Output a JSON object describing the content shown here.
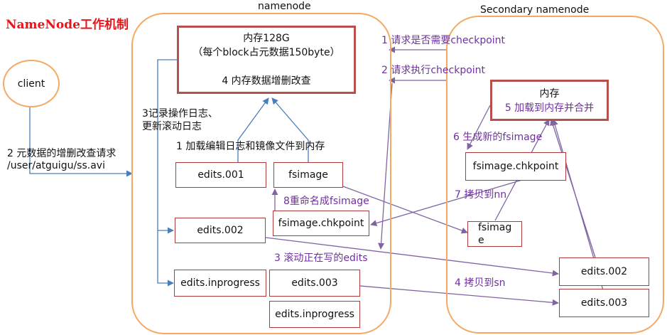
{
  "title": "NameNode工作机制",
  "namenode": {
    "header": "namenode",
    "memory_box": {
      "line1": "内存128G",
      "line2": "（每个block占元数据150byte）",
      "line3": "4 内存数据增删改查"
    },
    "files": {
      "edits_001": "edits.001",
      "fsimage": "fsimage",
      "edits_002": "edits.002",
      "fsimage_chkpoint": "fsimage.chkpoint",
      "edits_inprogress_left": "edits.inprogress",
      "edits_003": "edits.003",
      "edits_inprogress_bottom": "edits.inprogress"
    },
    "labels": {
      "record_log_line1": "3记录操作日志、",
      "record_log_line2": "更新滚动日志",
      "load_edits": "1 加载编辑日志和镜像文件到内存",
      "rename": "8重命名成fsimage",
      "roll_edits": "3 滚动正在写的edits"
    }
  },
  "secondary": {
    "header": "Secondary namenode",
    "memory_box": {
      "line1": "内存",
      "line2": "5 加载到内存并合并"
    },
    "files": {
      "fsimage_chkpoint": "fsimage.chkpoint",
      "fsimage_line1": "fsimag",
      "fsimage_line2": "e",
      "edits_002": "edits.002",
      "edits_003": "edits.003"
    },
    "labels": {
      "gen_fsimage": "6 生成新的fsimage",
      "copy_to_nn": "7 拷贝到nn",
      "copy_to_sn": "4 拷贝到sn"
    }
  },
  "client": {
    "label": "client",
    "request_line1": "2 元数据的增删改查请求",
    "request_line2": "/user/atguigu/ss.avi"
  },
  "messages": {
    "ask_checkpoint": "1 请求是否需要checkpoint",
    "exec_checkpoint": "2 请求执行checkpoint"
  },
  "colors": {
    "title": "#e8141b",
    "container_border": "#f5a964",
    "box_border": "#b03a3a",
    "purple_text": "#7030a0",
    "arrow_blue": "#4a7ebb",
    "arrow_purple": "#8064a2"
  }
}
